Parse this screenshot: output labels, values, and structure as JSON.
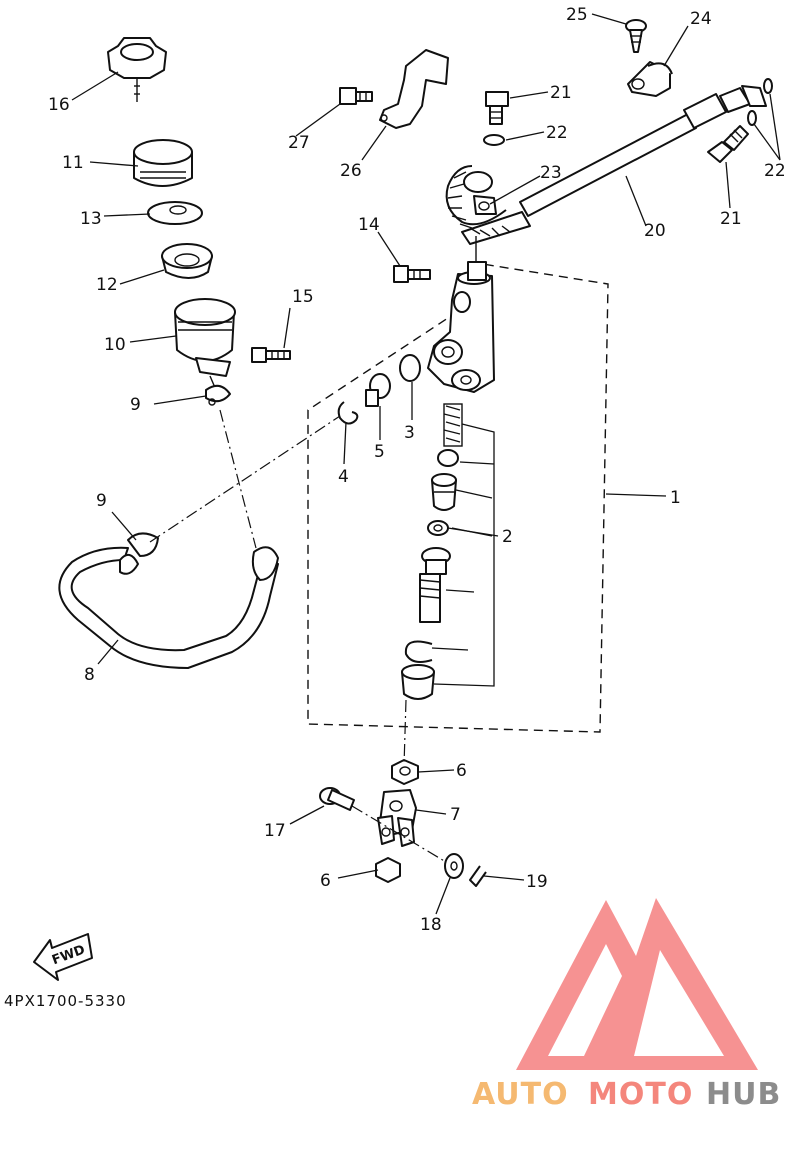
{
  "diagram": {
    "part_code": "4PX1700-5330",
    "fwd_label": "FWD",
    "labels": [
      "1",
      "2",
      "3",
      "4",
      "5",
      "6",
      "6",
      "7",
      "8",
      "9",
      "9",
      "10",
      "11",
      "12",
      "13",
      "14",
      "15",
      "16",
      "17",
      "18",
      "19",
      "20",
      "21",
      "21",
      "22",
      "22",
      "23",
      "24",
      "25",
      "26",
      "27"
    ]
  },
  "watermark": {
    "text_a": "AUTO",
    "text_b": "MOTO",
    "text_c": "HUB",
    "color_a": "#f5b971",
    "color_b": "#f4867c",
    "color_c": "#8c8c8c",
    "logo_color": "#f47f7f"
  }
}
